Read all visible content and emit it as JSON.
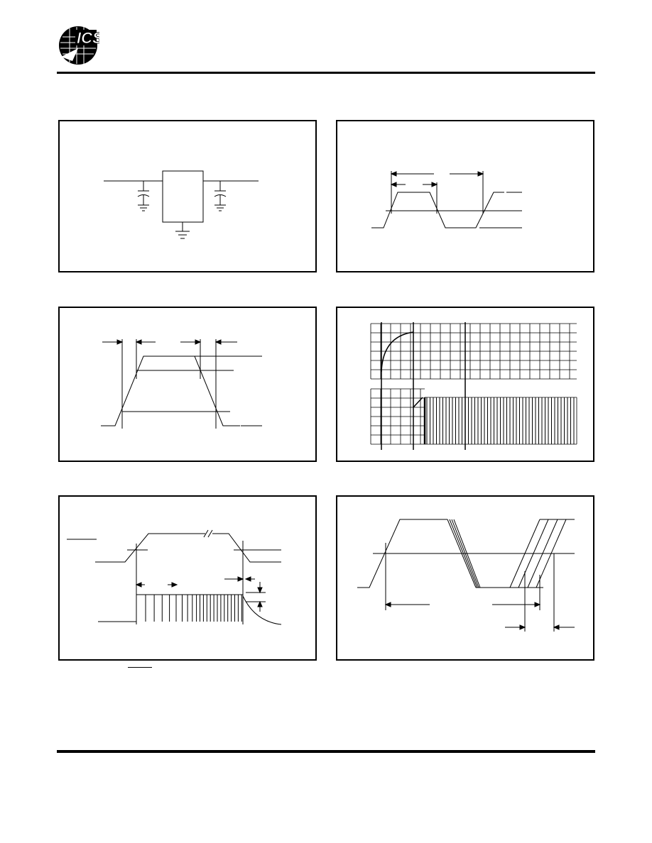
{
  "header": {
    "logo": {
      "text": "ICS",
      "icon": "ics-logo"
    }
  },
  "panels": [
    {
      "id": "test-load-circuit",
      "figure": "schematic"
    },
    {
      "id": "timing-duty-cycle",
      "figure": "waveform"
    },
    {
      "id": "rise-fall-time",
      "figure": "waveform"
    },
    {
      "id": "startup-grid",
      "figure": "plot"
    },
    {
      "id": "output-enable-timing",
      "figure": "waveform"
    },
    {
      "id": "jitter-overlay",
      "figure": "waveform"
    }
  ]
}
